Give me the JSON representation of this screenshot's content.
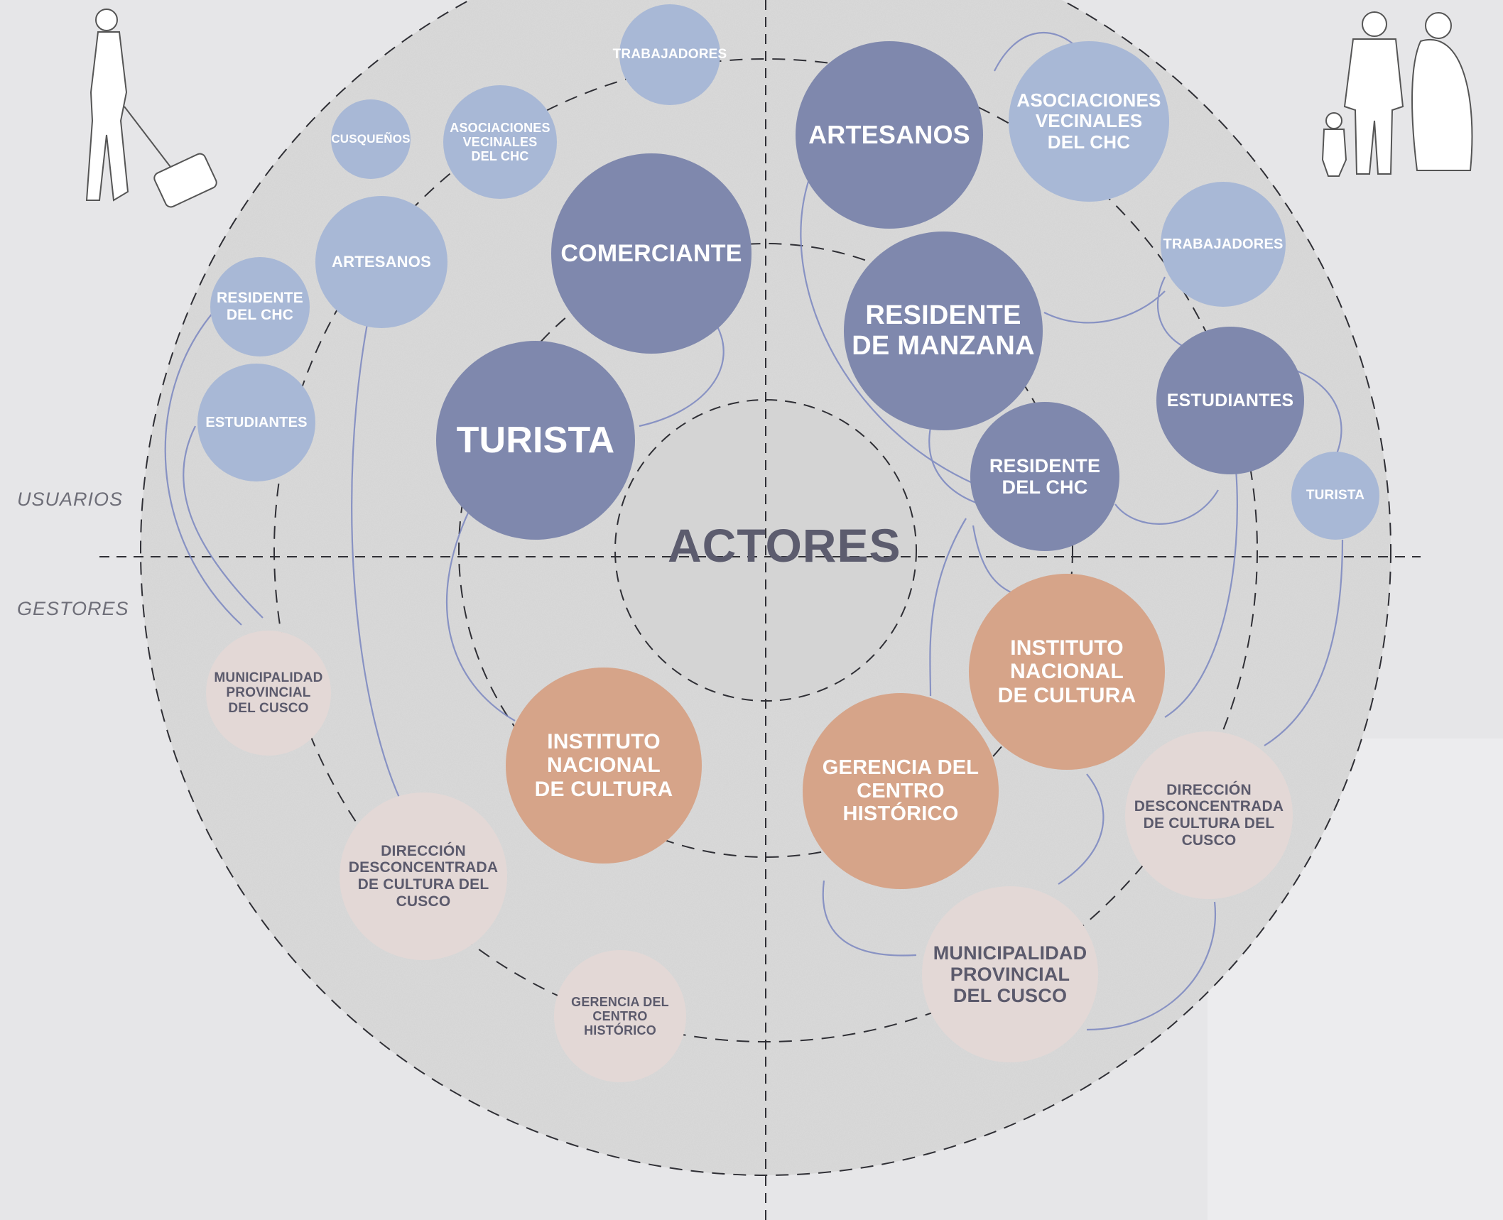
{
  "diagram": {
    "center_label": "ACTORES",
    "side_labels": {
      "top": "USUARIOS",
      "bottom": "GESTORES"
    },
    "colors": {
      "primary_user": "#7f88ad",
      "secondary_user": "#a8b8d6",
      "primary_manager": "#d6a489",
      "secondary_manager": "#e3d8d6",
      "ring_dash": "#333333",
      "connector": "#7a86c0",
      "background": "#e6e6e8",
      "disc": "#dcdcdc"
    },
    "icons": [
      "traveler-with-suitcase-icon",
      "family-group-icon"
    ],
    "left_actors": [
      {
        "id": "trabajadores-l",
        "label": "TRABAJADORES",
        "role": "secondary-user"
      },
      {
        "id": "cusquenos",
        "label": "CUSQUEÑOS",
        "role": "secondary-user"
      },
      {
        "id": "asociaciones-l",
        "label": "ASOCIACIONES\nVECINALES\nDEL CHC",
        "role": "secondary-user"
      },
      {
        "id": "comerciante",
        "label": "COMERCIANTE",
        "role": "primary-user"
      },
      {
        "id": "artesanos-l",
        "label": "ARTESANOS",
        "role": "secondary-user"
      },
      {
        "id": "residente-chc-l",
        "label": "RESIDENTE\nDEL CHC",
        "role": "secondary-user"
      },
      {
        "id": "estudiantes-l",
        "label": "ESTUDIANTES",
        "role": "secondary-user"
      },
      {
        "id": "turista-l",
        "label": "TURISTA",
        "role": "primary-user"
      },
      {
        "id": "municipalidad-l",
        "label": "MUNICIPALIDAD\nPROVINCIAL\nDEL CUSCO",
        "role": "secondary-manager"
      },
      {
        "id": "inc-l",
        "label": "INSTITUTO\nNACIONAL\nDE CULTURA",
        "role": "primary-manager"
      },
      {
        "id": "direccion-l",
        "label": "DIRECCIÓN\nDESCONCENTRADA\nDE CULTURA DEL\nCUSCO",
        "role": "secondary-manager"
      },
      {
        "id": "gerencia-l",
        "label": "GERENCIA DEL\nCENTRO\nHISTÓRICO",
        "role": "secondary-manager"
      }
    ],
    "right_actors": [
      {
        "id": "artesanos-r",
        "label": "ARTESANOS",
        "role": "primary-user"
      },
      {
        "id": "asociaciones-r",
        "label": "ASOCIACIONES\nVECINALES\nDEL CHC",
        "role": "secondary-user"
      },
      {
        "id": "trabajadores-r",
        "label": "TRABAJADORES",
        "role": "secondary-user"
      },
      {
        "id": "residente-manzana",
        "label": "RESIDENTE\nDE MANZANA",
        "role": "primary-user"
      },
      {
        "id": "estudiantes-r",
        "label": "ESTUDIANTES",
        "role": "primary-user"
      },
      {
        "id": "residente-chc-r",
        "label": "RESIDENTE\nDEL CHC",
        "role": "primary-user"
      },
      {
        "id": "turista-r",
        "label": "TURISTA",
        "role": "secondary-user"
      },
      {
        "id": "inc-r",
        "label": "INSTITUTO\nNACIONAL\nDE CULTURA",
        "role": "primary-manager"
      },
      {
        "id": "gerencia-r",
        "label": "GERENCIA DEL\nCENTRO\nHISTÓRICO",
        "role": "primary-manager"
      },
      {
        "id": "direccion-r",
        "label": "DIRECCIÓN\nDESCONCENTRADA\nDE CULTURA DEL\nCUSCO",
        "role": "secondary-manager"
      },
      {
        "id": "municipalidad-r",
        "label": "MUNICIPALIDAD\nPROVINCIAL\nDEL CUSCO",
        "role": "secondary-manager"
      }
    ]
  }
}
